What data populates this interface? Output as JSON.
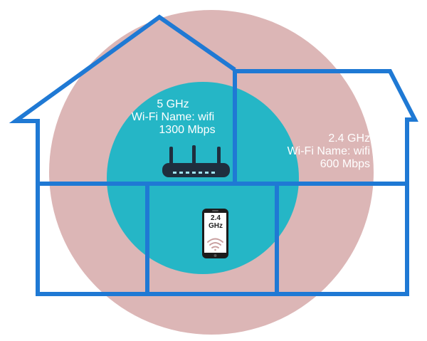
{
  "colors": {
    "coverage_24": "#dcb6b6",
    "coverage_5": "#25b6c6",
    "walls": "#1f79d4",
    "router": "#1f2e3e",
    "phone": "#1c1c1c",
    "text": "#ffffff"
  },
  "band_5": {
    "band": "5 GHz",
    "wifi_name": "Wi-Fi Name: wifi",
    "speed": "1300 Mbps"
  },
  "band_24": {
    "band": "2.4 GHz",
    "wifi_name": "Wi-Fi Name: wifi",
    "speed": "600 Mbps"
  },
  "phone": {
    "line1": "2.4",
    "line2": "GHz"
  },
  "icons": [
    "router-icon",
    "phone-icon",
    "wifi-signal-icon"
  ]
}
